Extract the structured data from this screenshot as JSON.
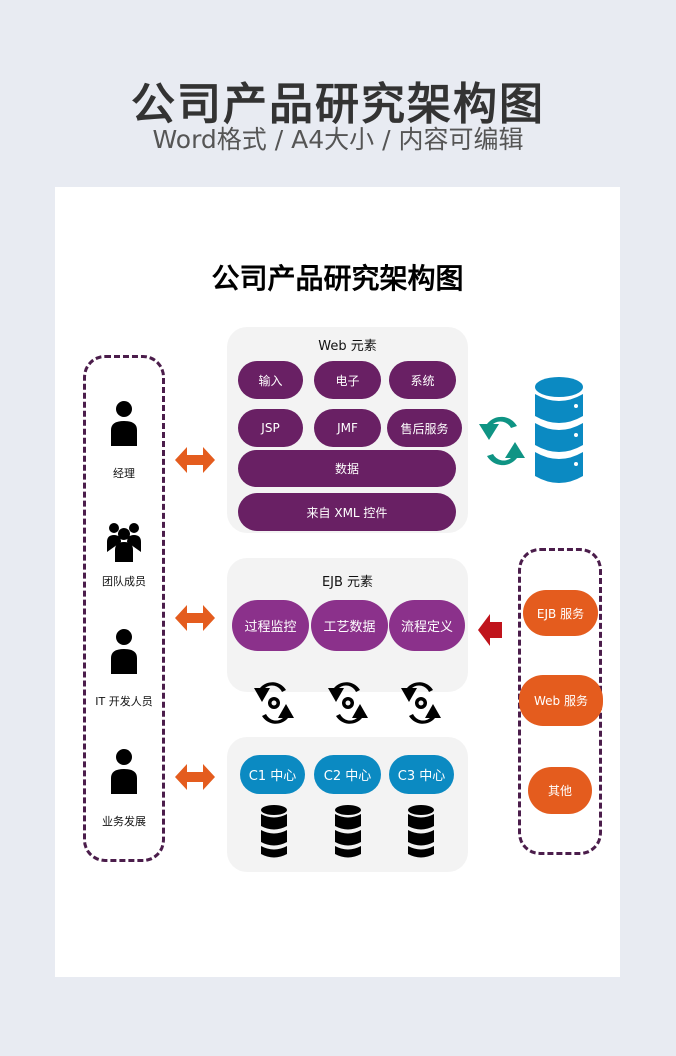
{
  "header": {
    "title": "公司产品研究架构图",
    "subtitle": "Word格式 / A4大小 / 内容可编辑"
  },
  "diagram": {
    "title": "公司产品研究架构图",
    "roles": [
      "经理",
      "团队成员",
      "IT 开发人员",
      "业务发展"
    ],
    "web": {
      "title": "Web 元素",
      "items": [
        "输入",
        "电子",
        "系统",
        "JSP",
        "JMF",
        "售后服务",
        "数据",
        "来自 XML 控件"
      ]
    },
    "ejb": {
      "title": "EJB 元素",
      "items": [
        "过程监控",
        "工艺数据",
        "流程定义"
      ]
    },
    "centers": [
      "C1 中心",
      "C2 中心",
      "C3 中心"
    ],
    "services": [
      "EJB 服务",
      "Web 服务",
      "其他"
    ]
  },
  "colors": {
    "purple": "#692064",
    "magenta": "#8b318b",
    "blue": "#0b8ac2",
    "orange": "#e45c1e",
    "teal": "#0f9484",
    "red": "#c0141c"
  }
}
